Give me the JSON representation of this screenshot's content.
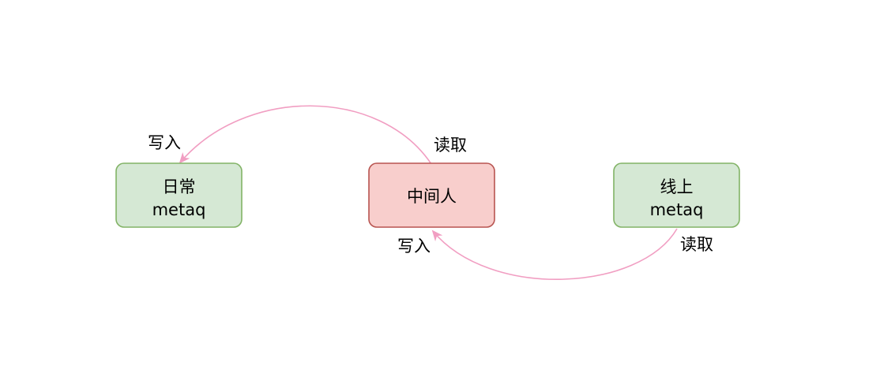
{
  "nodes": {
    "daily": {
      "line1": "日常",
      "line2": "metaq",
      "fill": "#d5e8d4",
      "stroke": "#82b366"
    },
    "middle": {
      "line1": "中间人",
      "fill": "#f8cecc",
      "stroke": "#b85450"
    },
    "online": {
      "line1": "线上",
      "line2": "metaq",
      "fill": "#d5e8d4",
      "stroke": "#82b366"
    }
  },
  "edges": {
    "middle_to_daily": {
      "source_label": "读取",
      "target_label": "写入"
    },
    "online_to_middle": {
      "source_label": "读取",
      "target_label": "写入"
    }
  },
  "colors": {
    "edge": "#f19ec2"
  }
}
